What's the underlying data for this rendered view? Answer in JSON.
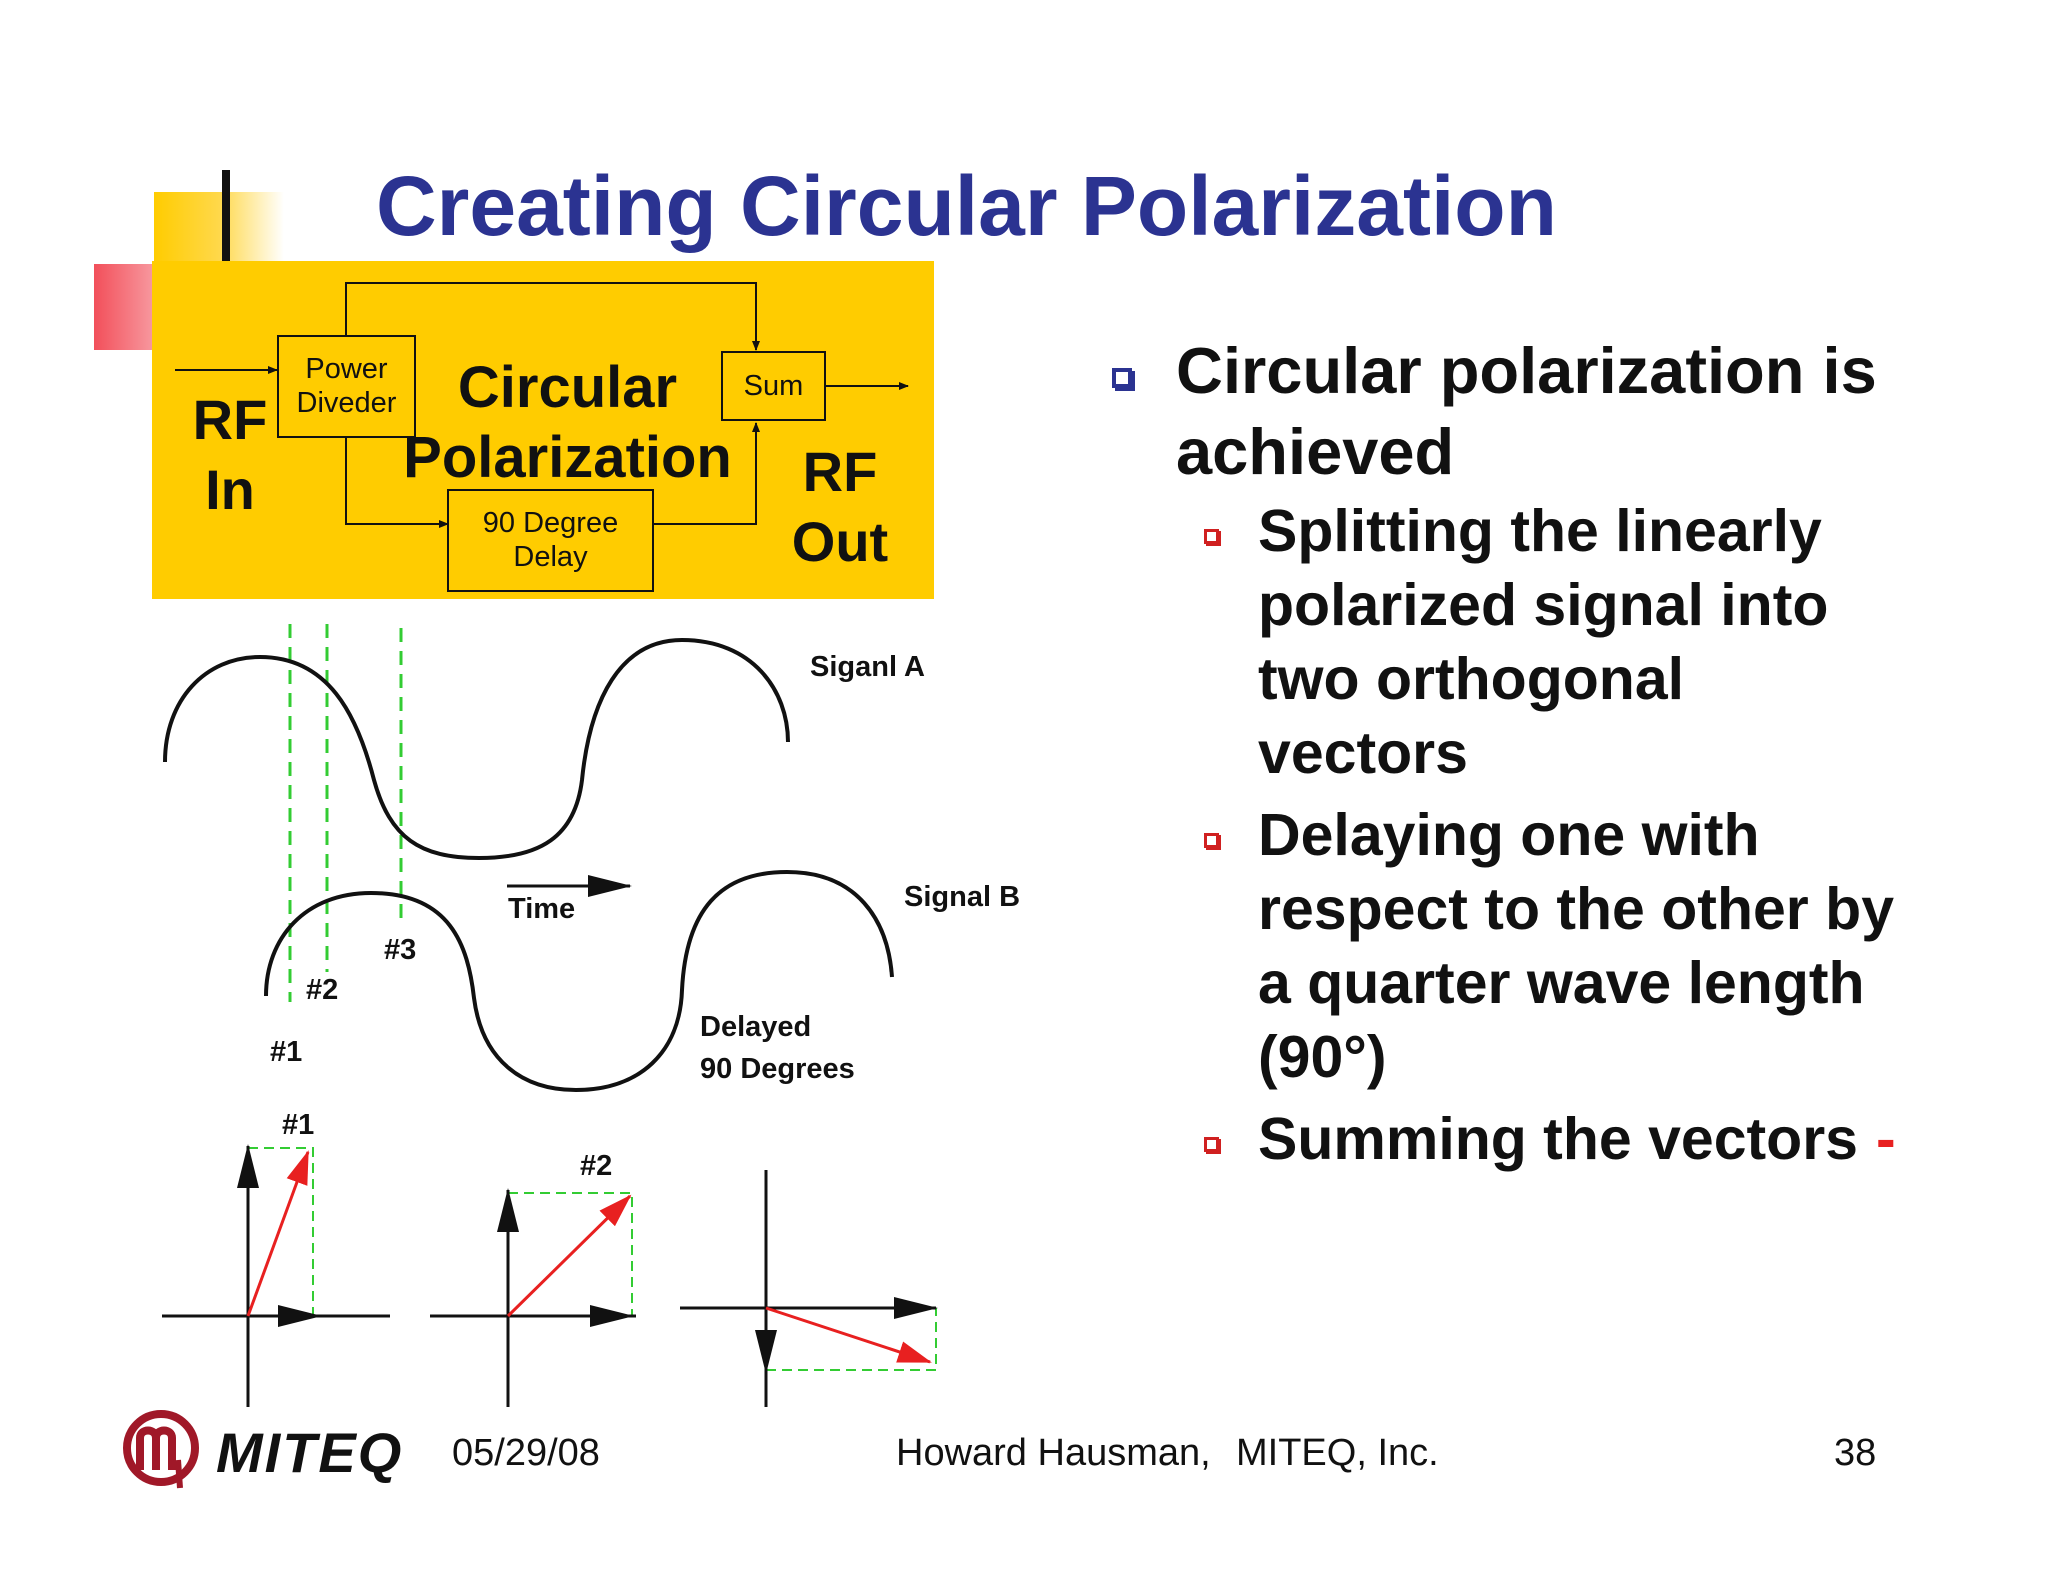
{
  "title": "Creating Circular Polarization",
  "block_diagram": {
    "rf_in": [
      "RF",
      "In"
    ],
    "rf_out": [
      "RF",
      "Out"
    ],
    "power_divider": [
      "Power",
      "Diveder"
    ],
    "sum": "Sum",
    "delay": [
      "90 Degree",
      "Delay"
    ],
    "center_label": [
      "Circular",
      "Polarization"
    ]
  },
  "waveform_diagram": {
    "signal_a": "Siganl A",
    "signal_b": "Signal B",
    "time": "Time",
    "delayed": [
      "Delayed",
      "90 Degrees"
    ],
    "markers": [
      "#1",
      "#2",
      "#3"
    ]
  },
  "vector_diagrams": {
    "labels": [
      "#1",
      "#2"
    ]
  },
  "bullets": {
    "main": "Circular polarization is achieved",
    "sub": [
      "Splitting the linearly polarized signal into two orthogonal vectors",
      "Delaying one with respect to the other by a quarter wave length (90°)",
      "Summing the vectors"
    ],
    "trailing_dash": "-"
  },
  "footer": {
    "logo": "MITEQ",
    "date": "05/29/08",
    "author": "Howard Hausman,",
    "company": "MITEQ, Inc.",
    "page": "38"
  },
  "colors": {
    "title": "#2b3391",
    "yellow": "#ffcc00",
    "accent_red": "#e82020",
    "guide_green": "#33cc33",
    "logo_red": "#a01828"
  }
}
